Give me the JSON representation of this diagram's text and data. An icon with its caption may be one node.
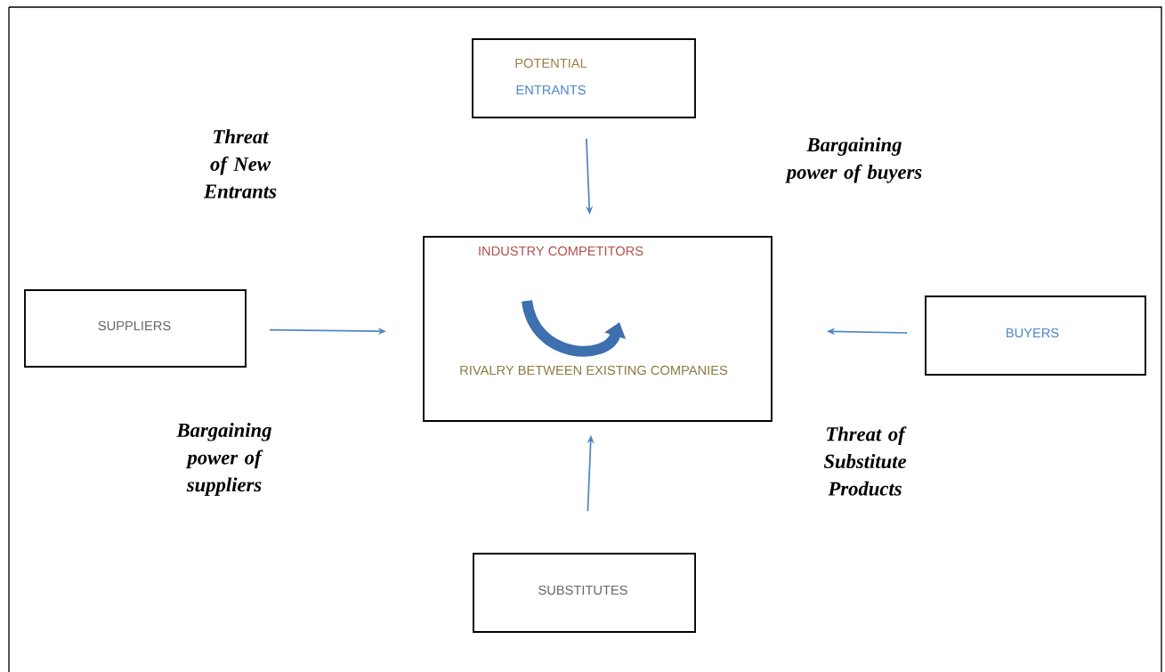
{
  "diagram": {
    "nodes": [
      {
        "text": [
          "POTENTIAL",
          "ENTRANTS"
        ]
      },
      {
        "text": [
          "SUPPLIERS"
        ]
      },
      {
        "text": [
          "INDUSTRY COMPETITORS",
          "RIVALRY BETWEEN EXISTING COMPANIES"
        ]
      },
      {
        "text": [
          "BUYERS"
        ]
      },
      {
        "text": [
          "SUBSTITUTES"
        ]
      }
    ],
    "edges": [
      {
        "from": 0,
        "to": 2,
        "arrow": "to"
      },
      {
        "from": 1,
        "to": 2,
        "arrow": "to"
      },
      {
        "from": 3,
        "to": 2,
        "arrow": "to"
      },
      {
        "from": 4,
        "to": 2,
        "arrow": "to"
      }
    ],
    "labels": [
      "Threat of New Entrants",
      "Bargaining power of buyers",
      "Bargaining power of suppliers",
      "Threat of Substitute Products"
    ]
  }
}
